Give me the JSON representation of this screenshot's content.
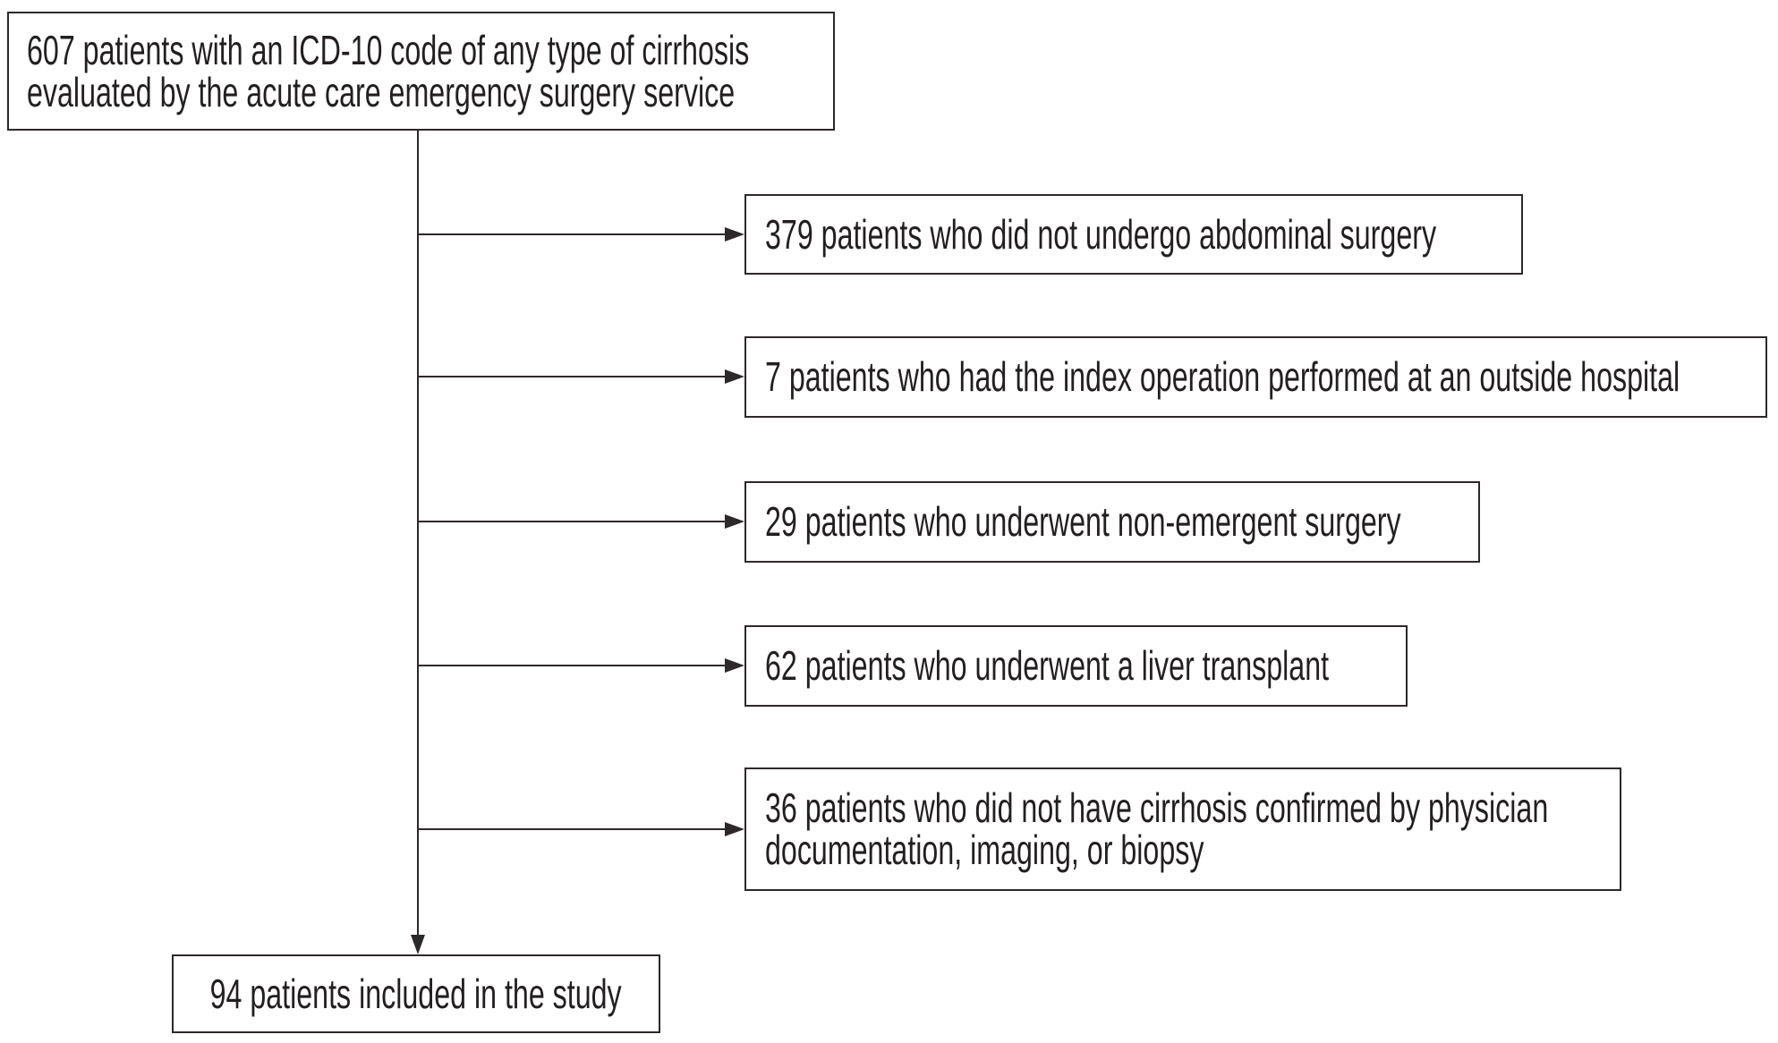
{
  "diagram": {
    "type": "patient-flow-exclusion-diagram",
    "source": {
      "count": 607,
      "text": "607 patients with an ICD-10 code of any type of cirrhosis\nevaluated by the acute care emergency surgery service"
    },
    "exclusions": [
      {
        "count": 379,
        "text": "379 patients who did not undergo abdominal surgery"
      },
      {
        "count": 7,
        "text": "7 patients who had the index operation performed at an outside hospital"
      },
      {
        "count": 29,
        "text": "29 patients who underwent non-emergent surgery"
      },
      {
        "count": 62,
        "text": "62 patients who underwent a liver transplant"
      },
      {
        "count": 36,
        "text": "36 patients who did not have cirrhosis confirmed by physician\ndocumentation, imaging, or biopsy"
      }
    ],
    "result": {
      "count": 94,
      "text": "94 patients included in the study"
    },
    "colors": {
      "line": "#2e282a",
      "text": "#231f20",
      "background": "#ffffff",
      "box_fill": "#ffffff"
    }
  }
}
